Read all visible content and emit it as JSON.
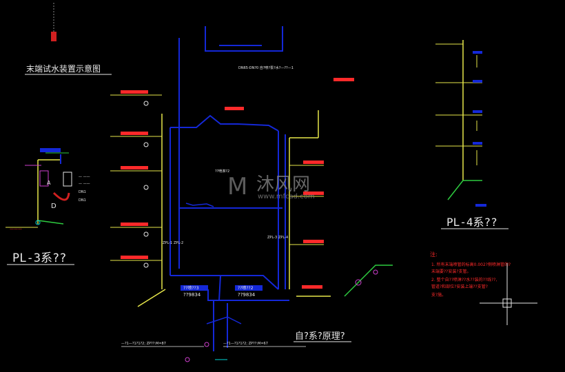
{
  "colors": {
    "background": "#000000",
    "blue_pipe": "#1428d8",
    "yellow_pipe": "#e8e84a",
    "green_pipe": "#2ecc40",
    "cyan_pipe": "#00d8d8",
    "red_text": "#ff2a2a",
    "white_text": "#e8e8e8",
    "magenta_valve": "#d040d0"
  },
  "titles": {
    "end_test_title": "末端试水装置示意图",
    "pl3_title": "PL-3系??",
    "pl4_title": "PL-4系??",
    "system_title": "自?系?原理?"
  },
  "top_note": "DN65-DN?0 自?喷?泵?水?—??—1",
  "pipe_labels": {
    "left_box": "??喷??3",
    "left_code": "??9834",
    "right_box": "??喷??2",
    "right_code": "??9834",
    "pl1": "ZPL-1",
    "pl2": "ZPL-2",
    "pl3": "ZPL-3",
    "pl4": "ZPL-4",
    "bottom_line_1": "—?1—?1?1?2;  ZP??:M=87",
    "bottom_line_2": "—?1—?1?1?2;  ZP??:M=67",
    "center_label": "??喷淋?2"
  },
  "notes": {
    "heading": "注:",
    "line1": "1. 所有末端喷管的标高0.002?侧喷淋管的?",
    "line2": "   末端要??安装?支管。",
    "line3": "2. 整个自??喷淋??水??装的??线??,",
    "line4": "   管道?和部位?安装上端??支管?",
    "line5": "   支?施。"
  },
  "watermark": {
    "brand": "沐风网",
    "url": "www.mfcad.com"
  }
}
